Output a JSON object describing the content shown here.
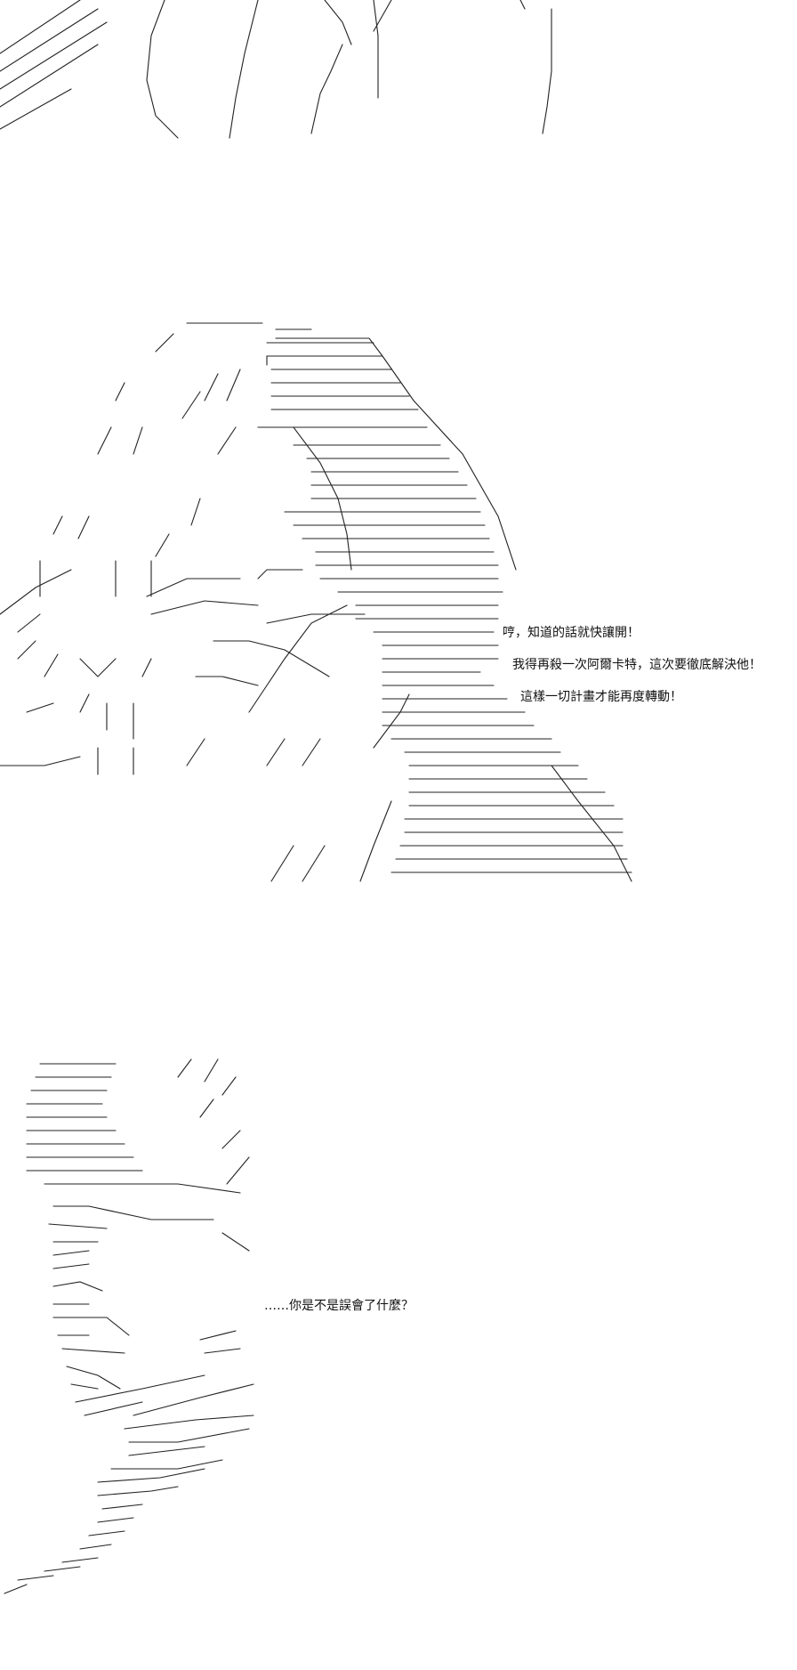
{
  "panels": [
    {
      "id": "panel-1",
      "lines": []
    },
    {
      "id": "panel-2",
      "lines": [
        "哼，知道的話就快讓開！",
        "我得再殺一次阿爾卡特，這次要徹底解決他！",
        "這樣一切計畫才能再度轉動！"
      ]
    },
    {
      "id": "panel-3",
      "lines": [
        "……你是不是誤會了什麼？"
      ]
    }
  ]
}
